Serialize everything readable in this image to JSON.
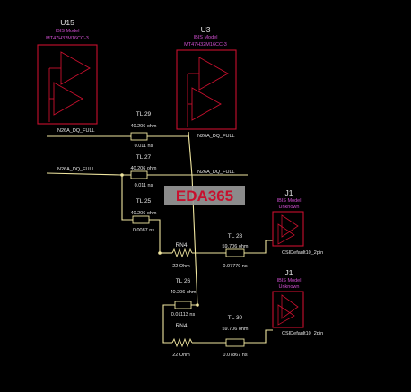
{
  "watermark": "EDA365",
  "components": {
    "u15": {
      "ref": "U15",
      "model": "IBIS Model",
      "part": "MT47H32M16CC-3"
    },
    "u3": {
      "ref": "U3",
      "model": "IBIS Model",
      "part": "MT47H32M16CC-3"
    },
    "j1a": {
      "ref": "J1",
      "model": "IBIS Model",
      "part": "Unknown",
      "pin_model": "CSIDefault10_2pin"
    },
    "j1b": {
      "ref": "J1",
      "model": "IBIS Model",
      "part": "Unknown",
      "pin_model": "CSIDefault10_2pin"
    }
  },
  "nets": {
    "a": "N26A_DQ_FULL",
    "b": "N26A_DQ_FULL",
    "c": "N26A_DQ_FULL",
    "d": "N26A_DQ_FULL"
  },
  "transmission_lines": [
    {
      "name": "TL 29",
      "z": "40.206 ohm",
      "len": "0.011 ns"
    },
    {
      "name": "TL 27",
      "z": "40.206 ohm",
      "len": "0.011 ns"
    },
    {
      "name": "TL 25",
      "z": "40.206 ohm",
      "len": "0.0087 ns"
    },
    {
      "name": "TL 28",
      "z": "59.706 ohm",
      "len": "0.07779 ns"
    },
    {
      "name": "TL 26",
      "z": "40.206 ohm",
      "len": "0.01113 ns"
    },
    {
      "name": "TL 30",
      "z": "59.706 ohm",
      "len": "0.07867 ns"
    }
  ],
  "resistors": [
    {
      "name": "RN4",
      "value": "22 Ohm"
    },
    {
      "name": "RN4",
      "value": "22 Ohm"
    }
  ],
  "colors": {
    "background": "#000000",
    "wire": "#f0e6a0",
    "part": "#c8102e",
    "label_white": "#e6e6e6",
    "label_magenta": "#d24fd2"
  }
}
